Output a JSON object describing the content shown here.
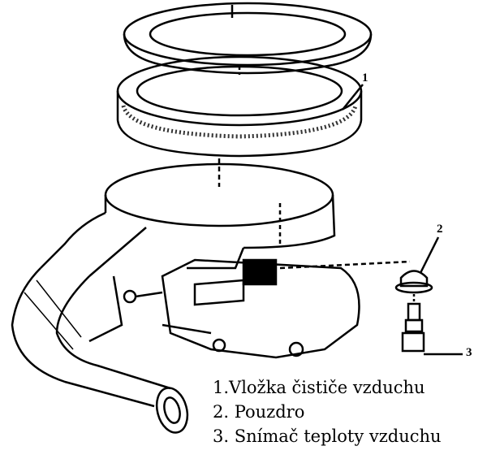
{
  "diagram": {
    "callouts": [
      "1",
      "2",
      "3"
    ],
    "legend": [
      "1.Vložka čističe vzduchu",
      "2. Pouzdro",
      "3. Snímač teploty vzduchu"
    ]
  }
}
